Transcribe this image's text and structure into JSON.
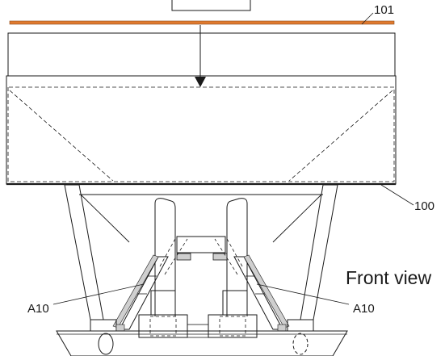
{
  "labels": {
    "ref_101": "101",
    "ref_100": "100",
    "ref_a10_left": "A10",
    "ref_a10_right": "A10",
    "view_title": "Front view"
  },
  "colors": {
    "plate": "#e07a2f",
    "line": "#1a1a1a",
    "fill_gray": "#cfcfcf",
    "fill_light": "#e6e6e6"
  }
}
